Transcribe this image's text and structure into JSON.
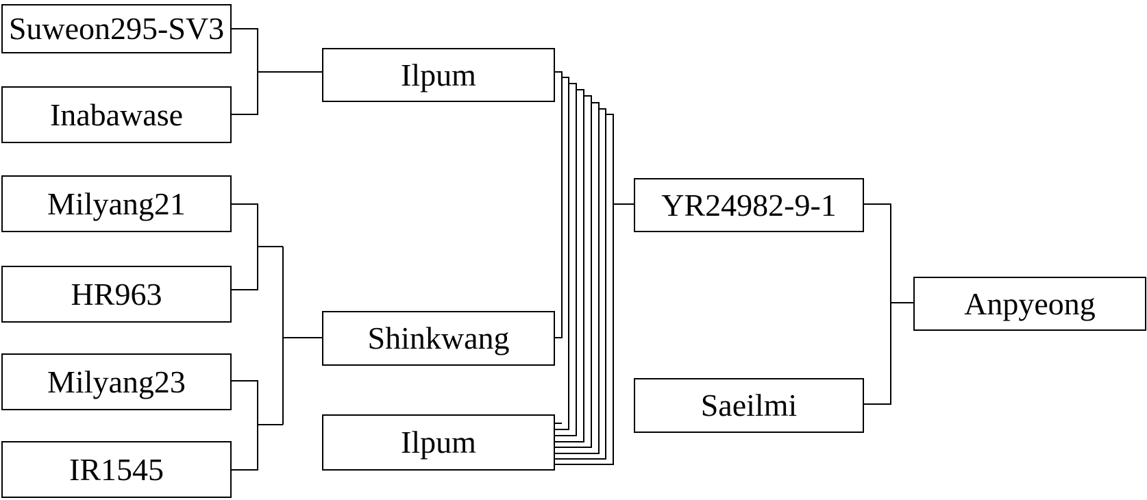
{
  "pedigree": {
    "parents_level1": {
      "suweon295_sv3": "Suweon295-SV3",
      "inabawase": "Inabawase",
      "milyang21": "Milyang21",
      "hr963": "HR963",
      "milyang23": "Milyang23",
      "ir1545": "IR1545"
    },
    "parents_level2": {
      "ilpum_top": "Ilpum",
      "shinkwang": "Shinkwang",
      "ilpum_bottom": "Ilpum"
    },
    "parents_level3": {
      "yr24982": "YR24982-9-1",
      "saeilmi": "Saeilmi"
    },
    "offspring": {
      "anpyeong": "Anpyeong"
    }
  },
  "colors": {
    "line": "#000000",
    "box_border": "#000000",
    "background": "#ffffff"
  }
}
